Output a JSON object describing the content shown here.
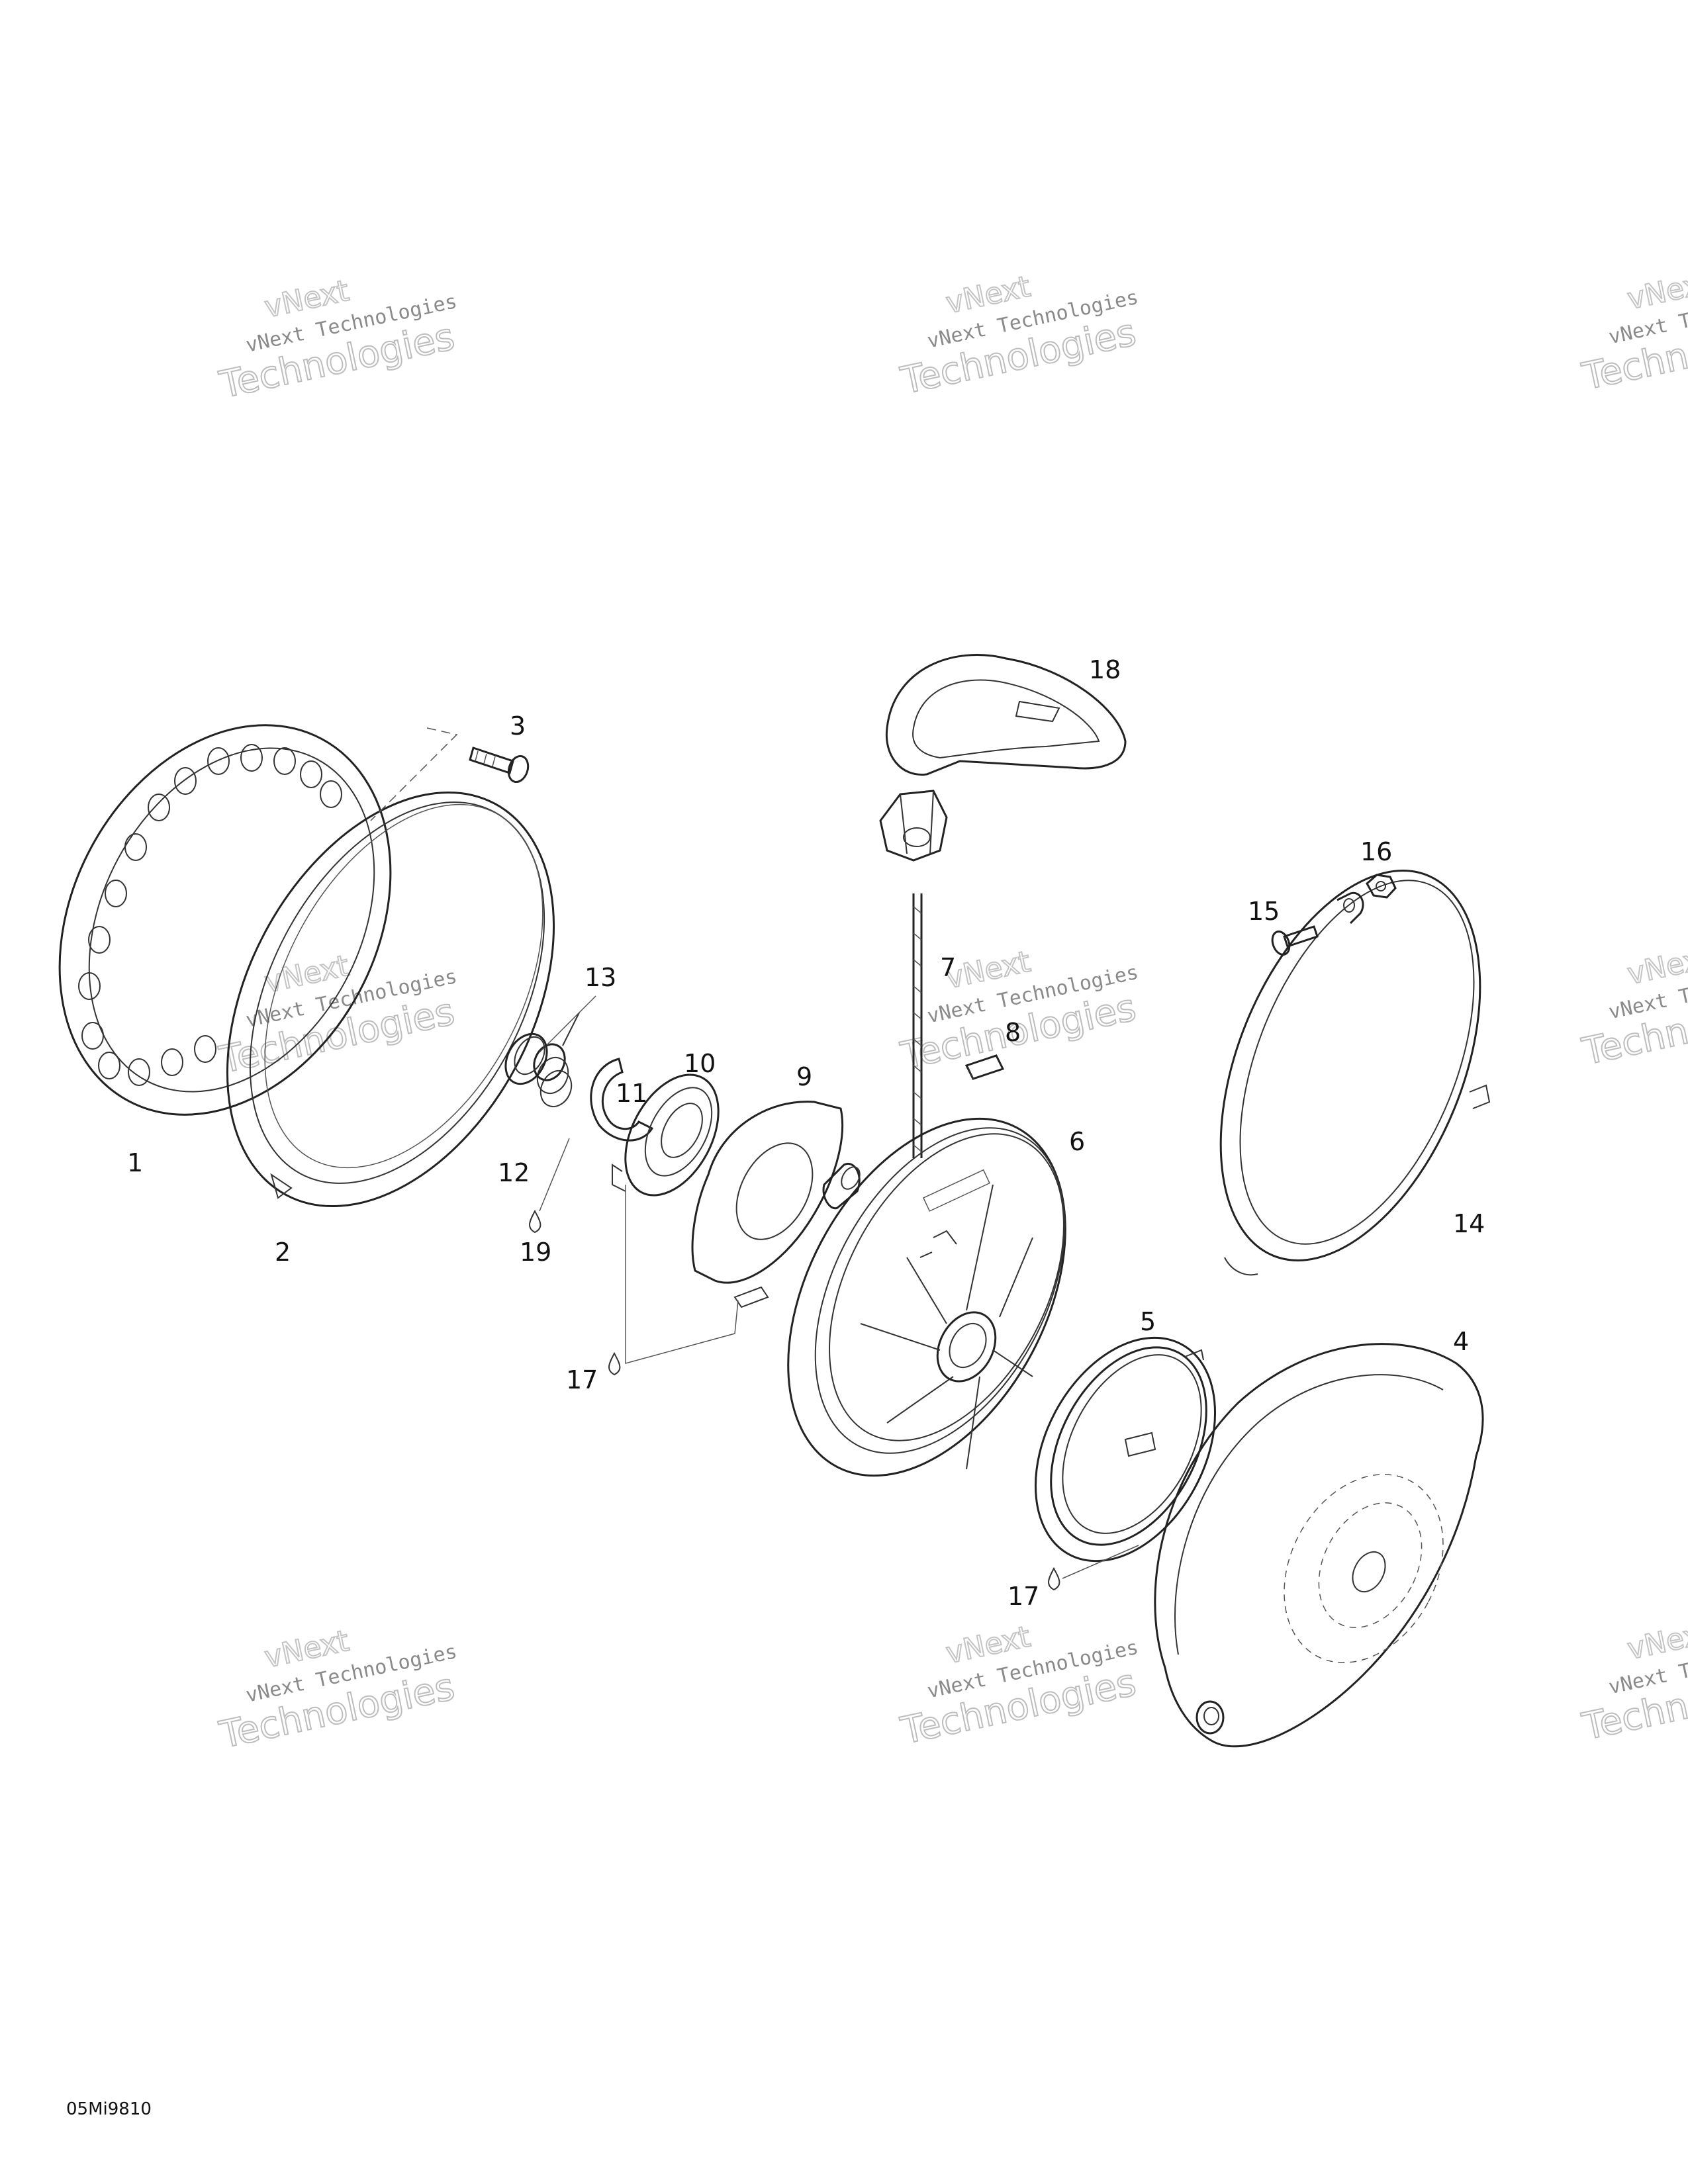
{
  "document_code": "05Mi9810",
  "watermark": {
    "line1": "vNext",
    "line2": "vNext Technologies",
    "line3": "Technologies"
  },
  "callouts": [
    {
      "id": "c1",
      "label": "1"
    },
    {
      "id": "c2",
      "label": "2"
    },
    {
      "id": "c3",
      "label": "3"
    },
    {
      "id": "c4",
      "label": "4"
    },
    {
      "id": "c5",
      "label": "5"
    },
    {
      "id": "c6",
      "label": "6"
    },
    {
      "id": "c7",
      "label": "7"
    },
    {
      "id": "c8",
      "label": "8"
    },
    {
      "id": "c9",
      "label": "9"
    },
    {
      "id": "c10",
      "label": "10"
    },
    {
      "id": "c11",
      "label": "11"
    },
    {
      "id": "c12",
      "label": "12"
    },
    {
      "id": "c13",
      "label": "13"
    },
    {
      "id": "c14",
      "label": "14"
    },
    {
      "id": "c15",
      "label": "15"
    },
    {
      "id": "c16",
      "label": "16"
    },
    {
      "id": "c17a",
      "label": "17"
    },
    {
      "id": "c17b",
      "label": "17"
    },
    {
      "id": "c18",
      "label": "18"
    },
    {
      "id": "c19",
      "label": "19"
    }
  ]
}
